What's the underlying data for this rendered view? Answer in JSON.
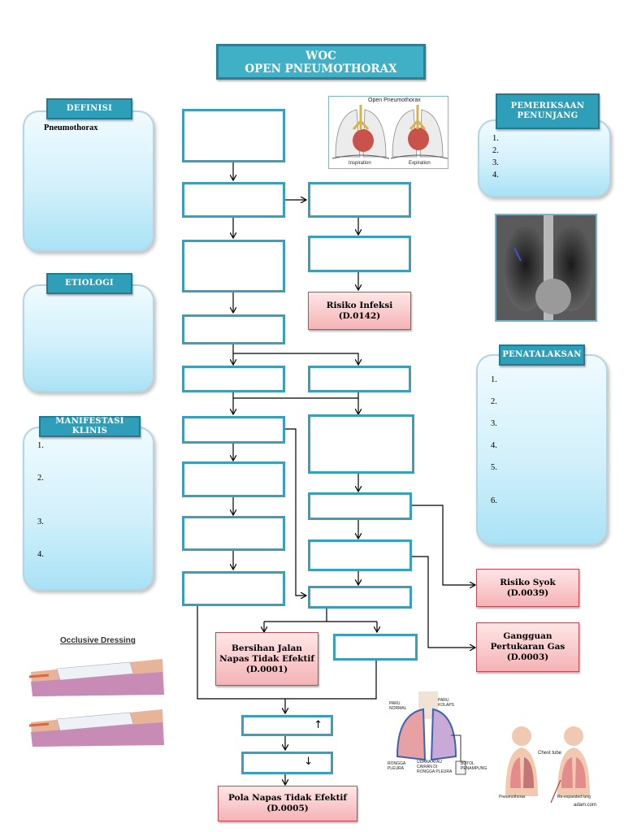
{
  "title": {
    "line1": "WOC",
    "line2": "OPEN PNEUMOTHORAX"
  },
  "definisi": {
    "label": "DEFINISI",
    "text": "Pneumothorax"
  },
  "etiologi": {
    "label": "ETIOLOGI"
  },
  "manifestasi": {
    "label": "MANIFESTASI KLINIS",
    "items": [
      "1.",
      "2.",
      "3.",
      "4."
    ]
  },
  "pemeriksaan": {
    "label_line1": "PEMERIKSAAN",
    "label_line2": "PENUNJANG",
    "items": [
      "1.",
      "2.",
      "3.",
      "4."
    ]
  },
  "penatalaksan": {
    "label": "PENATALAKSAN",
    "items": [
      "1.",
      "2.",
      "3.",
      "4.",
      "5.",
      "6."
    ]
  },
  "diagnoses": {
    "risiko_infeksi": {
      "line1": "Risiko Infeksi",
      "line2": "(D.0142)"
    },
    "risiko_syok": {
      "line1": "Risiko Syok",
      "line2": "(D.0039)"
    },
    "gangguan": {
      "line1": "Gangguan",
      "line2": "Pertukaran Gas",
      "line3": "(D.0003)"
    },
    "bersihan": {
      "line1": "Bersihan Jalan",
      "line2": "Napas Tidak Efektif",
      "line3": "(D.0001)"
    },
    "pola": {
      "line1": "Pola Napas Tidak Efektif",
      "line2": "(D.0005)"
    }
  },
  "flow_symbols": {
    "up": "↑",
    "down": "↓"
  },
  "images": {
    "lung_diagram": {
      "title": "Open Pneumothorax",
      "left_label": "Inspiration",
      "right_label": "Expiration"
    },
    "dressing": {
      "title": "Occlusive Dressing"
    },
    "drainage": {
      "paru_normal": "PARU NORMAL",
      "paru_kolaps": "PARU KOLAPS",
      "rongga": "RONGGA PLEURA",
      "udara": "UDARA ATAU CAIRAN DI RONGGA PLEURA",
      "botol": "BOTOL PENAMPUNG"
    },
    "chest_tube": {
      "chest_tube": "Chest tube",
      "pneumothorax": "Pneumothorax",
      "reexpanded": "Re-expanded lung",
      "credit": "adam.com"
    }
  }
}
